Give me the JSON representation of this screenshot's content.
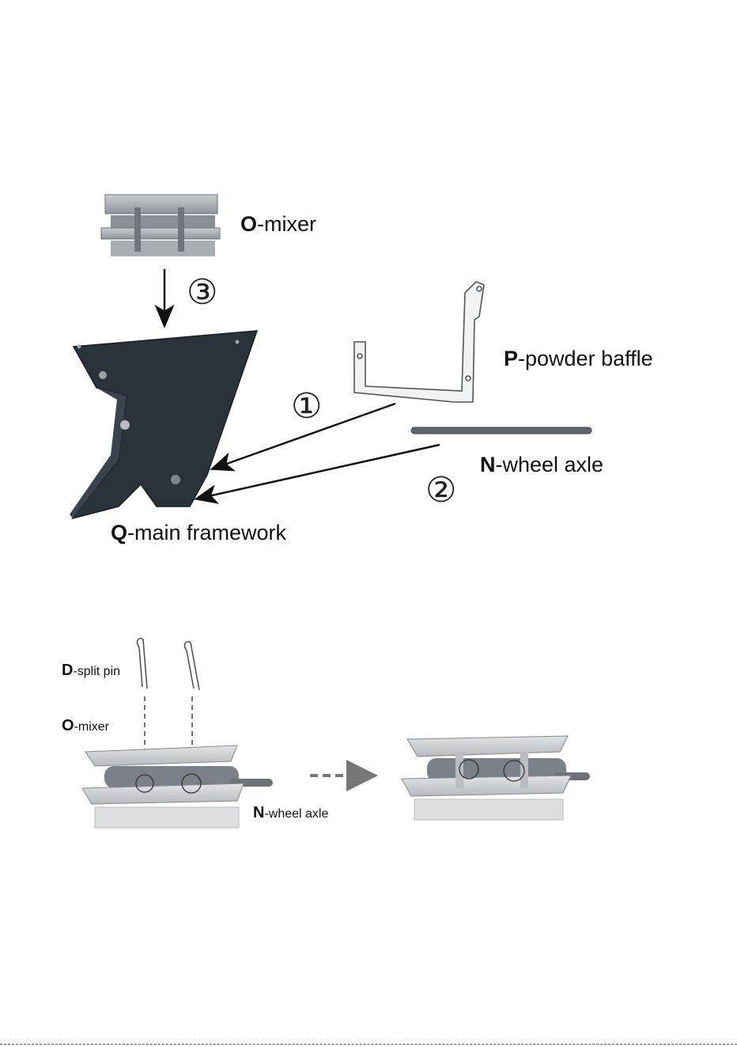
{
  "top_figure": {
    "mixer": {
      "code": "O",
      "name": "-mixer"
    },
    "baffle": {
      "code": "P",
      "name": "-powder baffle"
    },
    "axle": {
      "code": "N",
      "name": "-wheel axle"
    },
    "framework": {
      "code": "Q",
      "name": "-main framework"
    },
    "steps": [
      "①",
      "②",
      "③"
    ]
  },
  "bottom_figure": {
    "split_pin": {
      "code": "D",
      "name": "-split pin"
    },
    "mixer": {
      "code": "O",
      "name": "-mixer"
    },
    "axle": {
      "code": "N",
      "name": "-wheel axle"
    }
  }
}
